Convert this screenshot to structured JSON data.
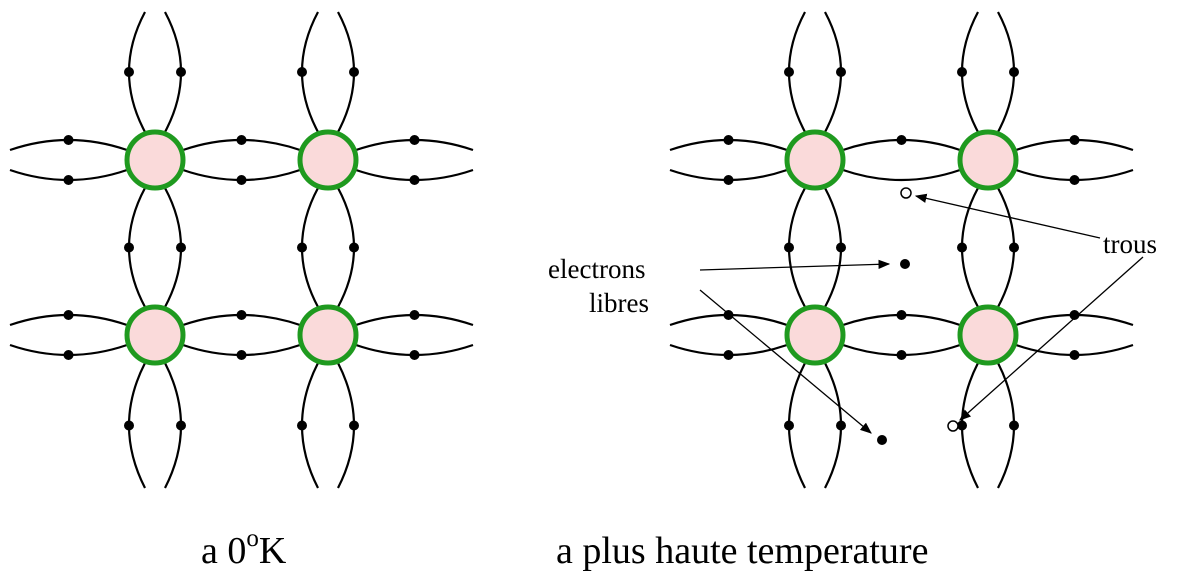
{
  "panels": [
    {
      "caption_main": "a 0",
      "caption_sup": "o",
      "caption_unit": "K"
    },
    {
      "caption": "a plus haute temperature"
    }
  ],
  "labels": {
    "electrons_line1": "electrons",
    "electrons_line2": "libres",
    "holes": "trous"
  },
  "colors": {
    "atom_fill": "#fadada",
    "atom_stroke": "#1f9a1f",
    "bond": "#000000",
    "electron": "#000000"
  }
}
